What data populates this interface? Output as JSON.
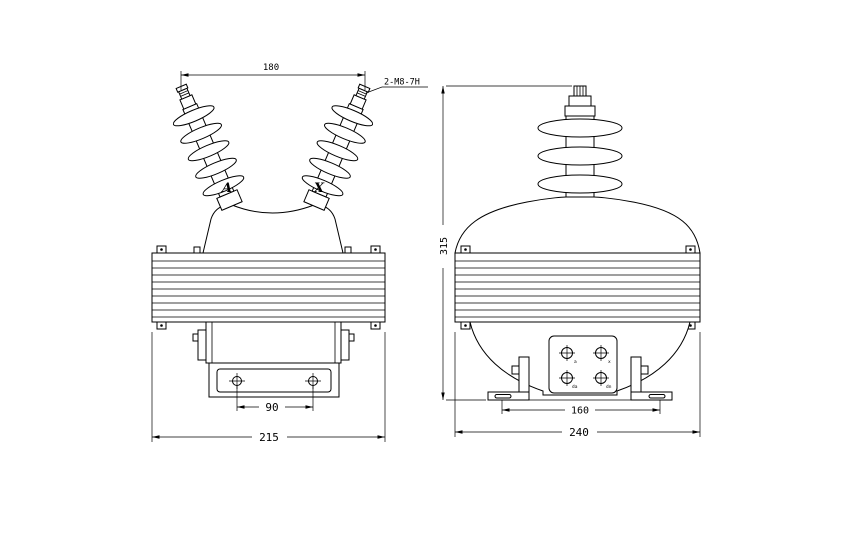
{
  "colors": {
    "line": "#000000",
    "background": "#ffffff"
  },
  "front_view": {
    "dim_top_width": "180",
    "bolt_annotation": "2-M8-7H",
    "label_left_bushing": "A",
    "label_right_bushing": "X",
    "dim_hole_spacing": "90",
    "dim_base_width": "215"
  },
  "side_view": {
    "dim_height": "315",
    "dim_foot_spacing": "160",
    "dim_base_width": "240",
    "terminal_labels": [
      "a",
      "x",
      "da",
      "dn"
    ]
  }
}
